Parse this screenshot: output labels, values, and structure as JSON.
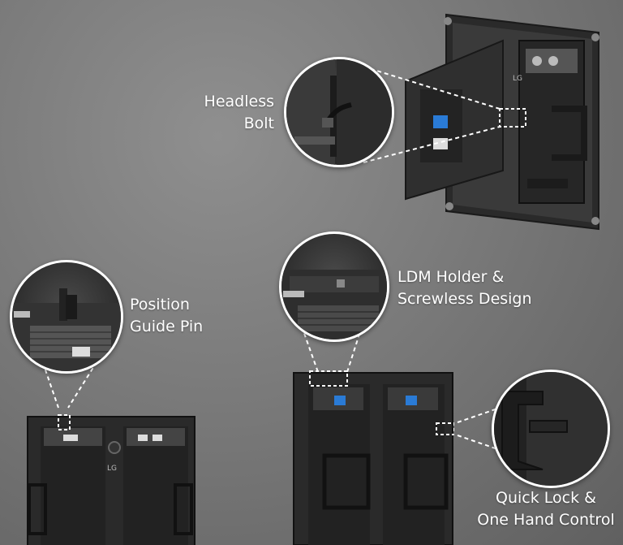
{
  "callouts": {
    "headless_bolt": {
      "line1": "Headless",
      "line2": "Bolt"
    },
    "position_guide_pin": {
      "line1": "Position",
      "line2": "Guide Pin"
    },
    "ldm_holder": {
      "line1": "LDM Holder &",
      "line2": "Screwless Design"
    },
    "quick_lock": {
      "line1": "Quick Lock &",
      "line2": "One Hand Control"
    }
  },
  "logo": {
    "brand": "LG"
  },
  "colors": {
    "background": "#7a7a7a",
    "label_text": "#ffffff",
    "cabinet": "#2b2b2b",
    "accent_blue": "#2a7bd6"
  }
}
